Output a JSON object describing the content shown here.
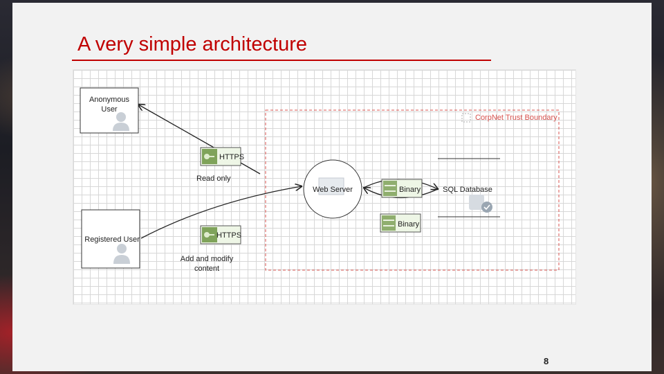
{
  "slide": {
    "title": "A very simple architecture",
    "page_number": "8"
  },
  "diagram": {
    "nodes": {
      "anonymous_user": {
        "line1": "Anonymous",
        "line2": "User"
      },
      "registered_user": {
        "label": "Registered User"
      },
      "web_server": {
        "label": "Web Server"
      },
      "sql_database": {
        "label": "SQL Database"
      }
    },
    "boundary": {
      "label": "CorpNet Trust Boundary"
    },
    "flows": {
      "https_top": {
        "label": "HTTPS"
      },
      "https_bottom": {
        "label": "HTTPS"
      },
      "binary_top": {
        "label": "Binary"
      },
      "binary_bottom": {
        "label": "Binary"
      }
    },
    "annotations": {
      "read_only": "Read only",
      "add_modify_line1": "Add and modify",
      "add_modify_line2": "content"
    }
  }
}
